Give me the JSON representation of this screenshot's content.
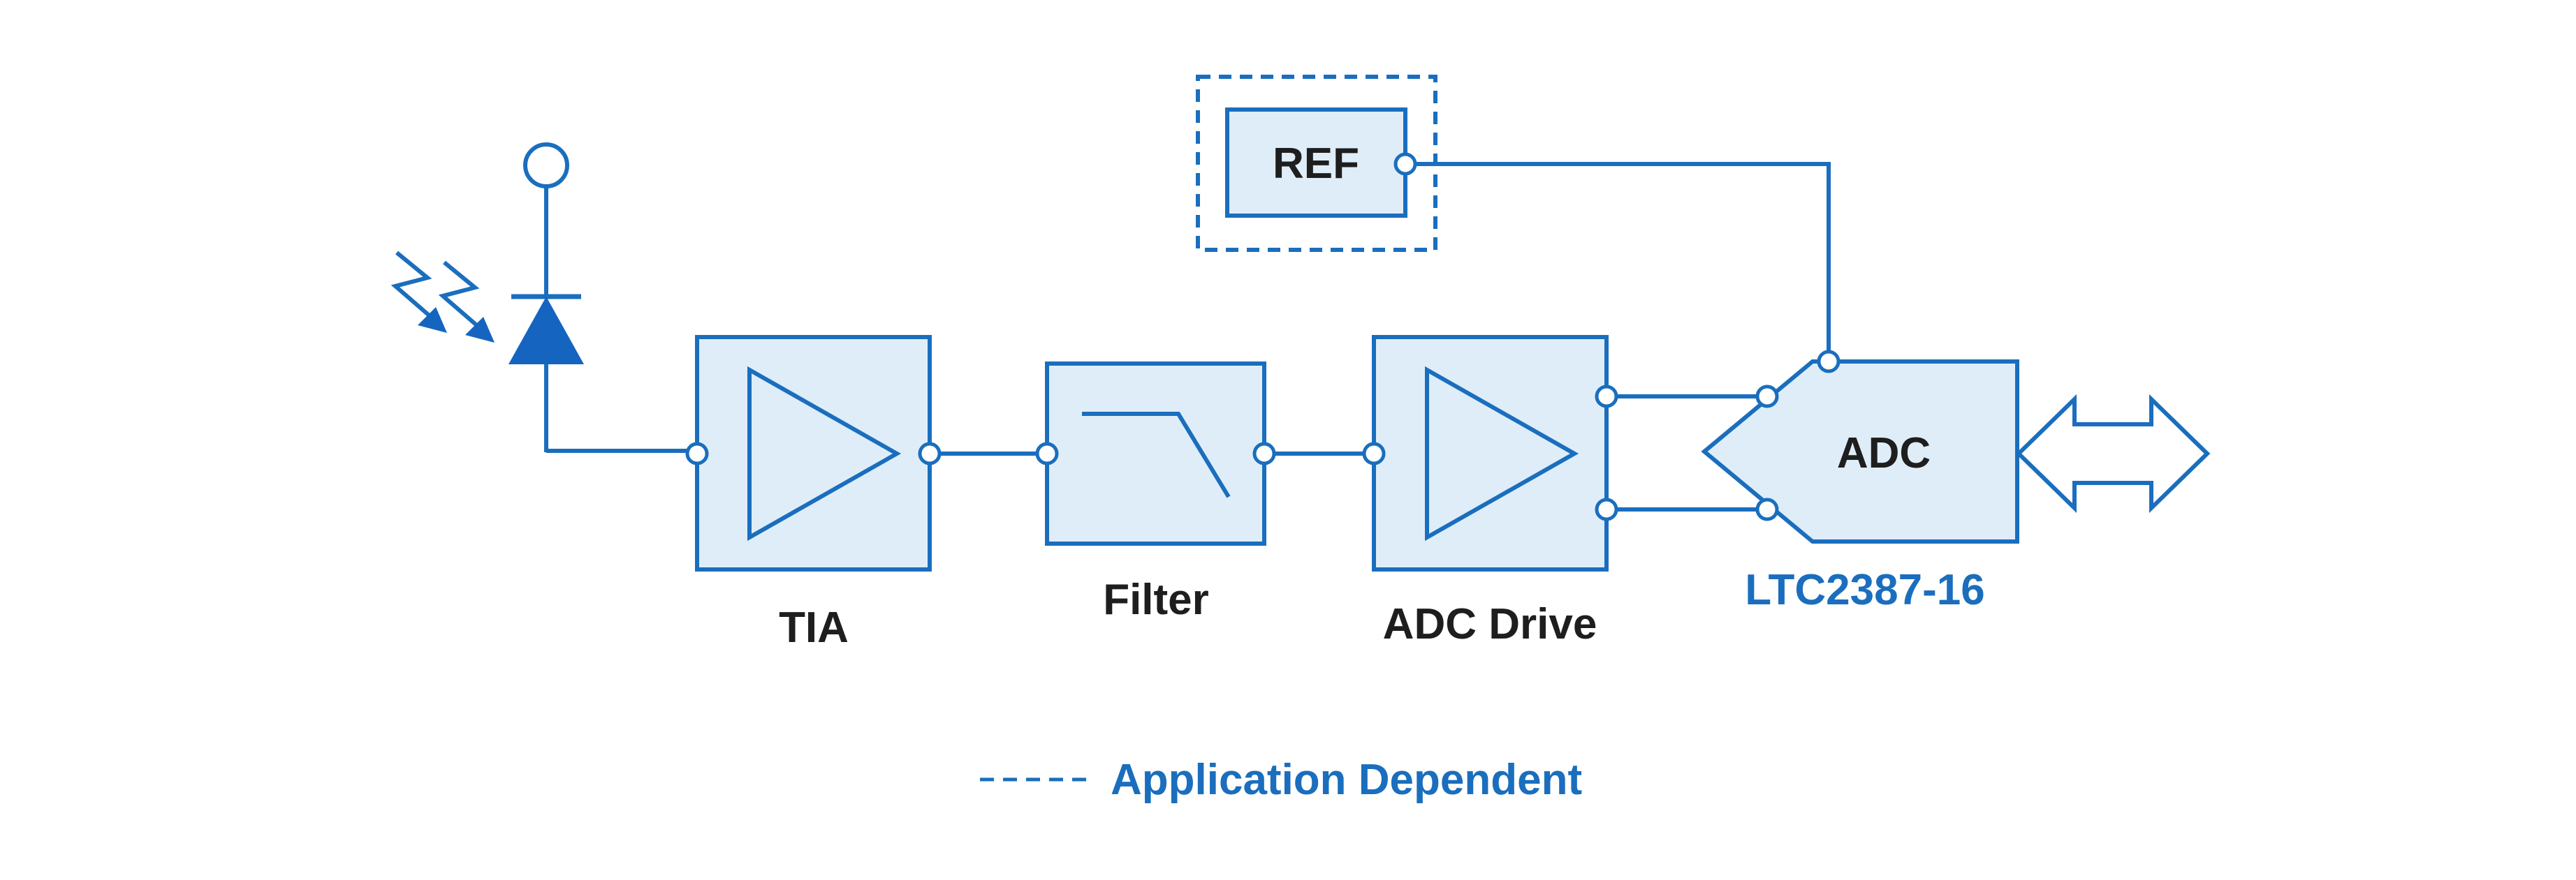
{
  "colors": {
    "line": "#1a6ebd",
    "block_fill": "#dfedf9",
    "diode_fill": "#1565c0",
    "text_dark": "#1e1e1e",
    "text_blue": "#1a6ebd"
  },
  "blocks": {
    "tia": {
      "label": "TIA",
      "icon": "amplifier-triangle"
    },
    "filter": {
      "label": "Filter",
      "icon": "lowpass-response"
    },
    "adc_drive": {
      "label": "ADC Drive",
      "icon": "amplifier-triangle"
    },
    "ref": {
      "label": "REF"
    },
    "adc": {
      "label": "ADC",
      "part_number": "LTC2387-16"
    }
  },
  "input": {
    "icon": "photodiode",
    "light_icon": "light-arrows"
  },
  "output": {
    "icon": "bidirectional-arrow"
  },
  "legend": {
    "dash_symbol": "-----",
    "text": "Application Dependent"
  }
}
